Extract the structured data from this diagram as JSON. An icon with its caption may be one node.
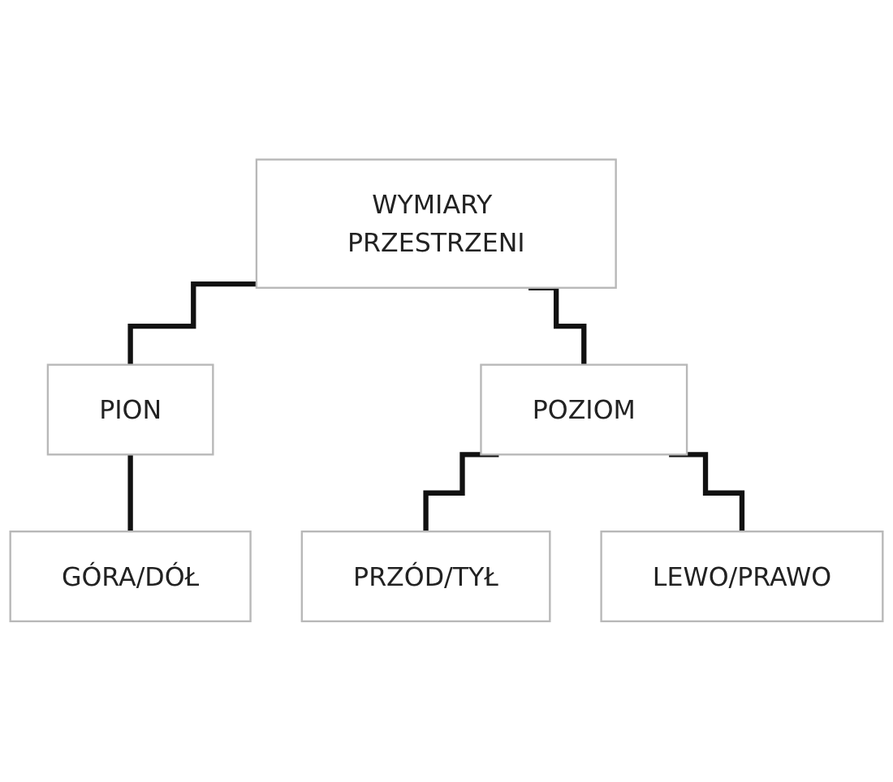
{
  "diagram": {
    "nodes": [
      {
        "text": [
          "WYMIARY PRZESTRZENI"
        ]
      },
      {
        "text": [
          "PION"
        ]
      },
      {
        "text": [
          "POZIOM"
        ]
      },
      {
        "text": [
          "GÓRA/DÓŁ"
        ]
      },
      {
        "text": [
          "PRZÓD/TYŁ"
        ]
      },
      {
        "text": [
          "LEWO/PRAWO"
        ]
      }
    ],
    "edges": [
      {
        "from": 0,
        "to": 1,
        "arrow": "none"
      },
      {
        "from": 0,
        "to": 2,
        "arrow": "none"
      },
      {
        "from": 1,
        "to": 3,
        "arrow": "none"
      },
      {
        "from": 2,
        "to": 4,
        "arrow": "none"
      },
      {
        "from": 2,
        "to": 5,
        "arrow": "none"
      }
    ]
  }
}
